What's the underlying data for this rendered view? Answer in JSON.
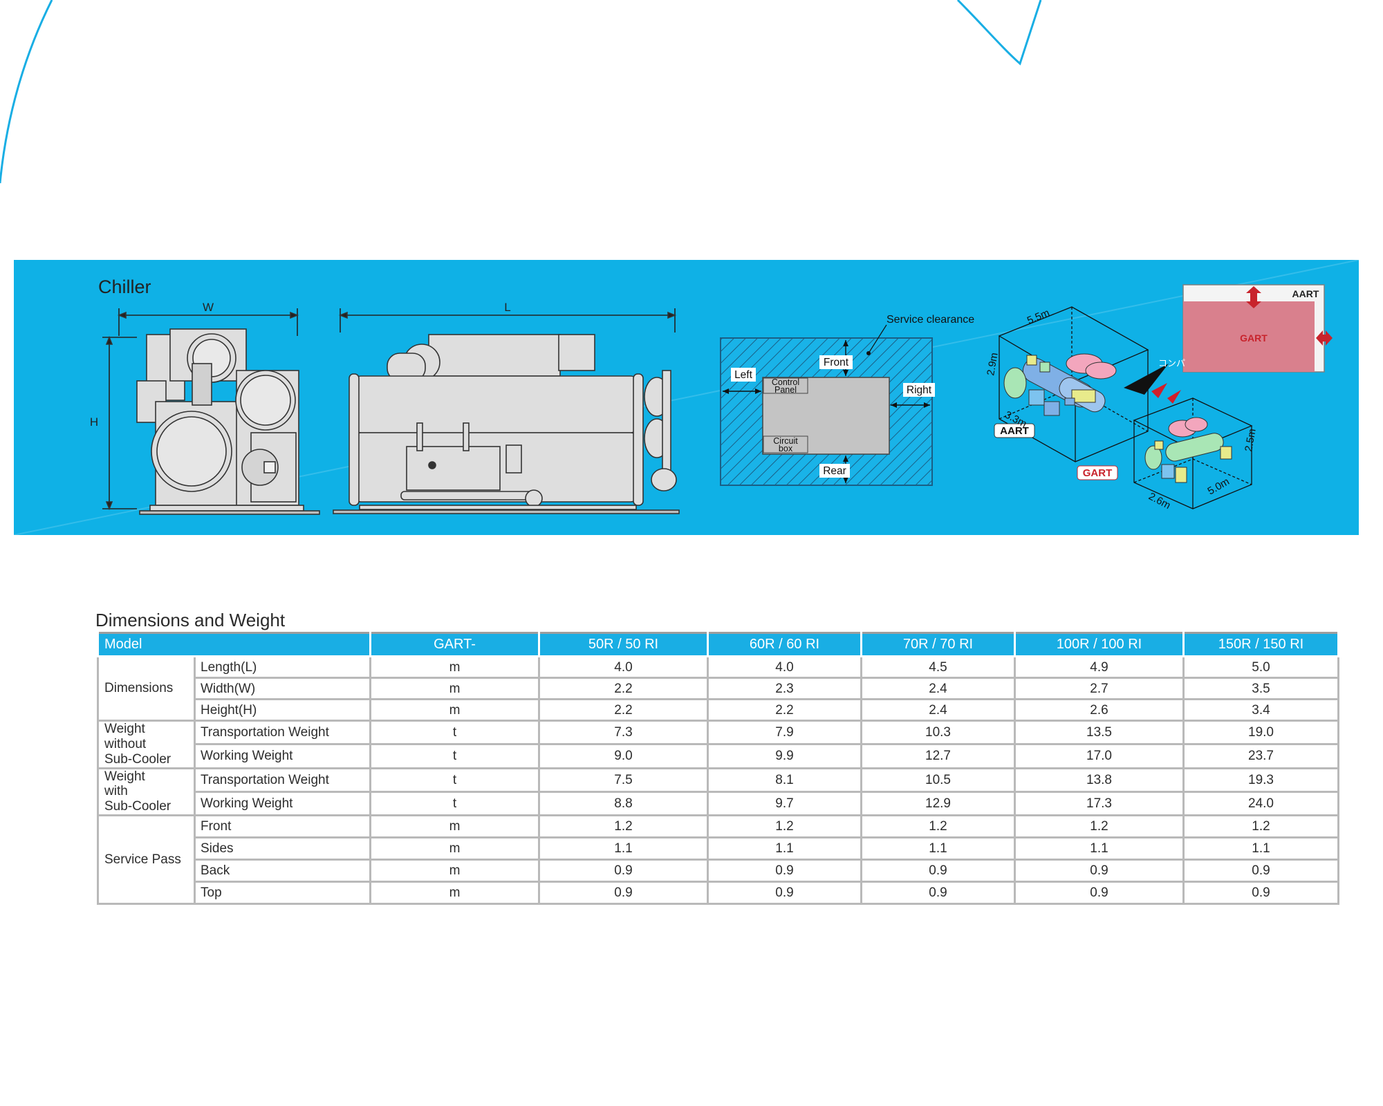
{
  "banner": {
    "title": "Chiller",
    "dimension_labels": {
      "w": "W",
      "l": "L",
      "h": "H"
    },
    "service_clearance": {
      "label": "Service clearance",
      "front": "Front",
      "left": "Left",
      "right": "Right",
      "rear": "Rear",
      "control_panel": [
        "Control",
        "Panel"
      ],
      "circuit_box": [
        "Circuit",
        "box"
      ]
    },
    "iso_compare": {
      "aart_tag": "AART",
      "gart_tag": "GART",
      "aart_dims": {
        "l": "5.5m",
        "h": "2.9m",
        "w": "3.3m"
      },
      "gart_dims": {
        "l": "5.0m",
        "h": "2.5m",
        "w": "2.6m"
      },
      "jp_text": "コンパ",
      "footprint_aart": "AART",
      "footprint_gart": "GART"
    },
    "colors": {
      "banner": "#0fb1e6",
      "gart_red": "#c8232c",
      "footprint": "#d9808d"
    }
  },
  "table": {
    "title": "Dimensions and Weight",
    "header": {
      "model": "Model",
      "series": "GART-",
      "models": [
        "50R / 50 RI",
        "60R / 60 RI",
        "70R / 70 RI",
        "100R / 100 RI",
        "150R / 150 RI"
      ]
    },
    "groups": [
      {
        "name": "Dimensions",
        "rows": [
          {
            "item": "Length(L)",
            "unit": "m",
            "values": [
              "4.0",
              "4.0",
              "4.5",
              "4.9",
              "5.0"
            ]
          },
          {
            "item": "Width(W)",
            "unit": "m",
            "values": [
              "2.2",
              "2.3",
              "2.4",
              "2.7",
              "3.5"
            ]
          },
          {
            "item": "Height(H)",
            "unit": "m",
            "values": [
              "2.2",
              "2.2",
              "2.4",
              "2.6",
              "3.4"
            ]
          }
        ]
      },
      {
        "name": "Weight without Sub-Cooler",
        "name_lines": [
          "Weight",
          "without",
          "Sub-Cooler"
        ],
        "rows": [
          {
            "item": "Transportation Weight",
            "unit": "t",
            "values": [
              "7.3",
              "7.9",
              "10.3",
              "13.5",
              "19.0"
            ]
          },
          {
            "item": "Working Weight",
            "unit": "t",
            "values": [
              "9.0",
              "9.9",
              "12.7",
              "17.0",
              "23.7"
            ]
          }
        ]
      },
      {
        "name": "Weight with Sub-Cooler",
        "name_lines": [
          "Weight",
          "with",
          "Sub-Cooler"
        ],
        "rows": [
          {
            "item": "Transportation Weight",
            "unit": "t",
            "values": [
              "7.5",
              "8.1",
              "10.5",
              "13.8",
              "19.3"
            ]
          },
          {
            "item": "Working Weight",
            "unit": "t",
            "values": [
              "8.8",
              "9.7",
              "12.9",
              "17.3",
              "24.0"
            ]
          }
        ]
      },
      {
        "name": "Service Pass",
        "rows": [
          {
            "item": "Front",
            "unit": "m",
            "values": [
              "1.2",
              "1.2",
              "1.2",
              "1.2",
              "1.2"
            ]
          },
          {
            "item": "Sides",
            "unit": "m",
            "values": [
              "1.1",
              "1.1",
              "1.1",
              "1.1",
              "1.1"
            ]
          },
          {
            "item": "Back",
            "unit": "m",
            "values": [
              "0.9",
              "0.9",
              "0.9",
              "0.9",
              "0.9"
            ]
          },
          {
            "item": "Top",
            "unit": "m",
            "values": [
              "0.9",
              "0.9",
              "0.9",
              "0.9",
              "0.9"
            ]
          }
        ]
      }
    ]
  }
}
